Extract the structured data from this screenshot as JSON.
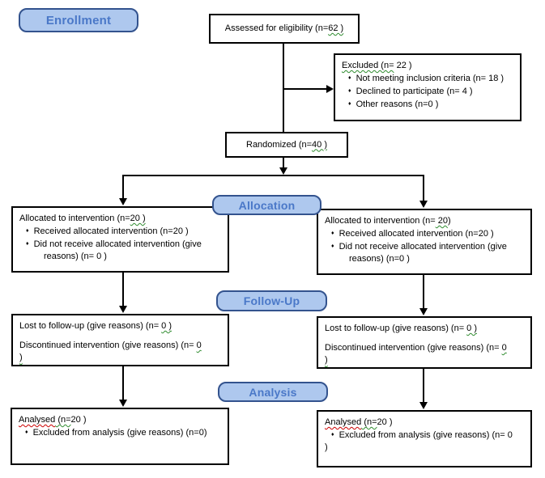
{
  "section_labels": {
    "enrollment": "Enrollment",
    "allocation": "Allocation",
    "followup": "Follow-Up",
    "analysis": "Analysis"
  },
  "bullet_char": "♦",
  "colors": {
    "label_fill": "#aec8ee",
    "label_border": "#33538e",
    "label_text": "#4a78c8",
    "box_border": "#000000",
    "squiggle_green": "#2e8b2e",
    "squiggle_red": "#cc0000"
  },
  "boxes": {
    "assessed": {
      "align": "center",
      "lines": [
        {
          "kind": "text",
          "segments": [
            {
              "t": "Assessed for eligibility (n="
            },
            {
              "t": "62 )",
              "u": "green"
            }
          ]
        }
      ]
    },
    "excluded": {
      "lines": [
        {
          "kind": "text",
          "segments": [
            {
              "t": "Excluded (n=",
              "u": "green"
            },
            {
              "t": " 22 )"
            }
          ]
        },
        {
          "kind": "bullet",
          "segments": [
            {
              "t": "Not meeting inclusion criteria (n= 18 )"
            }
          ]
        },
        {
          "kind": "bullet",
          "segments": [
            {
              "t": "Declined to participate (n= 4 )"
            }
          ]
        },
        {
          "kind": "bullet",
          "segments": [
            {
              "t": "Other reasons (n=0  )"
            }
          ]
        }
      ]
    },
    "randomized": {
      "align": "center",
      "lines": [
        {
          "kind": "text",
          "segments": [
            {
              "t": "Randomized (n="
            },
            {
              "t": "40 )",
              "u": "green"
            }
          ]
        }
      ]
    },
    "allocation_left": {
      "lines": [
        {
          "kind": "text",
          "segments": [
            {
              "t": "Allocated to intervention (n="
            },
            {
              "t": "20 )",
              "u": "green"
            }
          ]
        },
        {
          "kind": "bullet",
          "segments": [
            {
              "t": "Received allocated intervention (n=20  )"
            }
          ]
        },
        {
          "kind": "bullet",
          "segments": [
            {
              "t": "Did not receive allocated intervention (give reasons) (n= 0 )"
            }
          ]
        }
      ]
    },
    "allocation_right": {
      "lines": [
        {
          "kind": "text",
          "segments": [
            {
              "t": "Allocated to intervention (n="
            },
            {
              "t": " 20",
              "u": "green"
            },
            {
              "t": ")"
            }
          ]
        },
        {
          "kind": "bullet",
          "segments": [
            {
              "t": "Received allocated intervention (n=20  )"
            }
          ]
        },
        {
          "kind": "bullet",
          "segments": [
            {
              "t": "Did not receive allocated intervention (give reasons) (n=0  )"
            }
          ]
        }
      ]
    },
    "followup_left": {
      "lines": [
        {
          "kind": "text",
          "segments": [
            {
              "t": "Lost to follow-up (give reasons) (n= "
            },
            {
              "t": "0 )",
              "u": "green"
            }
          ]
        },
        {
          "kind": "gap"
        },
        {
          "kind": "text",
          "segments": [
            {
              "t": "Discontinued intervention (give reasons) (n= "
            },
            {
              "t": "0",
              "u": "green"
            }
          ]
        },
        {
          "kind": "text",
          "segments": [
            {
              "t": ")",
              "u": "green"
            }
          ]
        }
      ]
    },
    "followup_right": {
      "lines": [
        {
          "kind": "text",
          "segments": [
            {
              "t": "Lost to follow-up (give reasons) (n= "
            },
            {
              "t": "0 )",
              "u": "green"
            }
          ]
        },
        {
          "kind": "gap"
        },
        {
          "kind": "text",
          "segments": [
            {
              "t": "Discontinued intervention (give reasons) (n= "
            },
            {
              "t": "0",
              "u": "green"
            }
          ]
        },
        {
          "kind": "text",
          "segments": [
            {
              "t": ")",
              "u": "green"
            }
          ]
        }
      ]
    },
    "analysis_left": {
      "lines": [
        {
          "kind": "text",
          "segments": [
            {
              "t": "Analysed",
              "u": "red"
            },
            {
              "t": " (n=",
              "u": "green"
            },
            {
              "t": "20  )"
            }
          ]
        },
        {
          "kind": "bullet",
          "segments": [
            {
              "t": "Excluded from analysis (give reasons) (n=0)"
            }
          ]
        }
      ]
    },
    "analysis_right": {
      "lines": [
        {
          "kind": "text",
          "segments": [
            {
              "t": "Analysed",
              "u": "red"
            },
            {
              "t": " (n=",
              "u": "green"
            },
            {
              "t": "20  )"
            }
          ]
        },
        {
          "kind": "bullet",
          "segments": [
            {
              "t": "Excluded from analysis (give reasons) (n= 0"
            }
          ]
        },
        {
          "kind": "text",
          "segments": [
            {
              "t": ")"
            }
          ]
        }
      ]
    }
  }
}
